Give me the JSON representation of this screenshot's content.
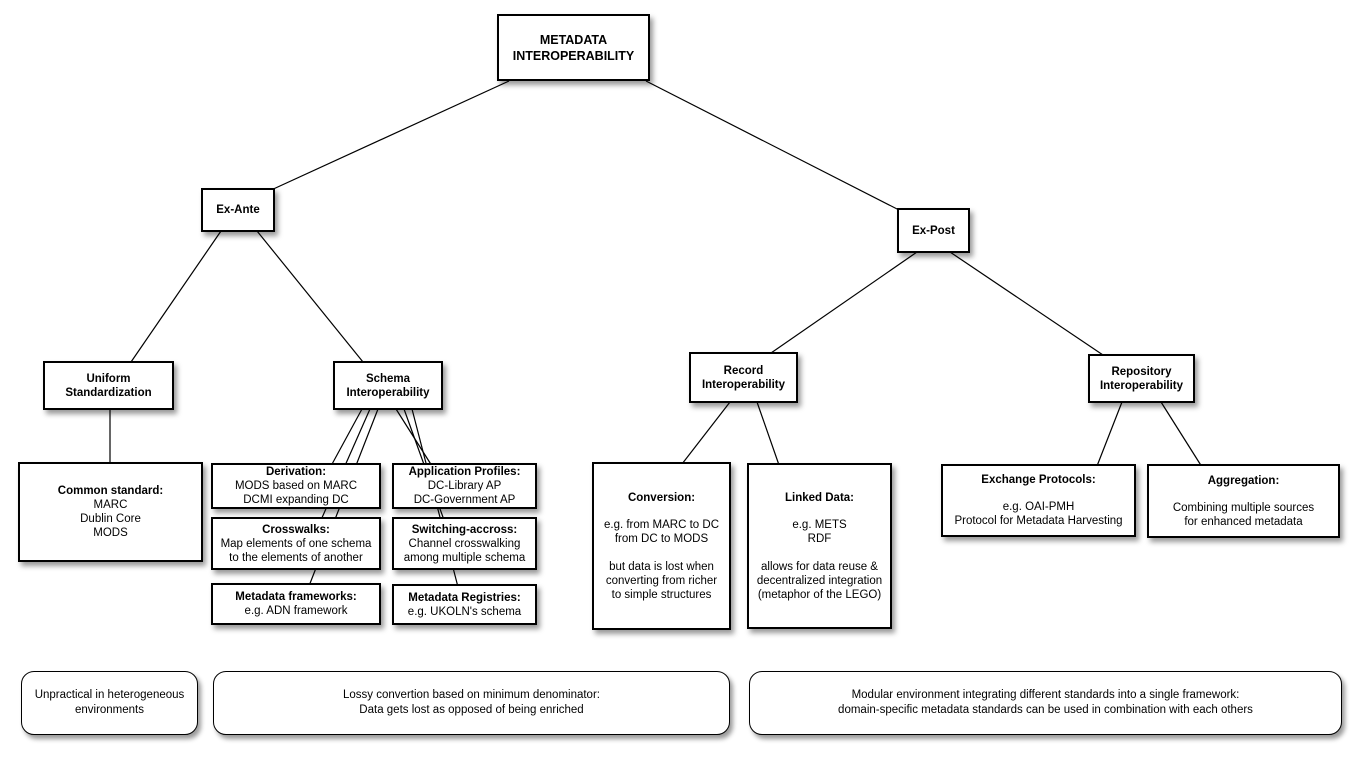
{
  "diagram": {
    "colors": {
      "background": "#ffffff",
      "box_fill": "#ffffff",
      "box_border": "#000000",
      "connector_line": "#000000",
      "text": "#000000"
    },
    "nodes": {
      "root": {
        "label": "METADATA\nINTEROPERABILITY"
      },
      "ex_ante": {
        "label": "Ex-Ante"
      },
      "ex_post": {
        "label": "Ex-Post"
      },
      "uniform_standardization": {
        "label": "Uniform\nStandardization"
      },
      "schema_interoperability": {
        "label": "Schema\nInteroperability"
      },
      "record_interoperability": {
        "label": "Record\nInteroperability"
      },
      "repository_interoperability": {
        "label": "Repository\nInteroperability"
      },
      "common_standard": {
        "title": "Common standard:",
        "body": "MARC\nDublin Core\nMODS"
      },
      "derivation": {
        "title": "Derivation:",
        "body": "MODS based on MARC\nDCMI expanding DC"
      },
      "crosswalks": {
        "title": "Crosswalks:",
        "body": "Map elements of one schema\nto the elements of another"
      },
      "metadata_frameworks": {
        "title": "Metadata frameworks:",
        "body": "e.g. ADN framework"
      },
      "application_profiles": {
        "title": "Application Profiles:",
        "body": "DC-Library AP\nDC-Government AP"
      },
      "switching_accross": {
        "title": "Switching-accross:",
        "body": "Channel crosswalking\namong multiple schema"
      },
      "metadata_registries": {
        "title": "Metadata Registries:",
        "body": "e.g. UKOLN's schema"
      },
      "conversion": {
        "title": "Conversion:",
        "body": "e.g. from MARC to DC\nfrom DC to MODS\n\nbut data is lost when\nconverting from richer\nto simple structures"
      },
      "linked_data": {
        "title": "Linked Data:",
        "body": "e.g. METS\nRDF\n\nallows for data reuse &\ndecentralized integration\n(metaphor of the LEGO)"
      },
      "exchange_protocols": {
        "title": "Exchange Protocols:",
        "body": "e.g. OAI-PMH\nProtocol for Metadata Harvesting"
      },
      "aggregation": {
        "title": "Aggregation:",
        "body": "Combining multiple sources\nfor enhanced metadata"
      }
    },
    "notes": {
      "ex_ante_note": "Unpractical in heterogeneous\nenvironments",
      "schema_note": "Lossy convertion based on minimum denominator:\nData gets lost as opposed of being enriched",
      "ex_post_note": "Modular environment integrating different standards into a single framework:\ndomain-specific metadata standards can be used in combination with each others"
    }
  }
}
